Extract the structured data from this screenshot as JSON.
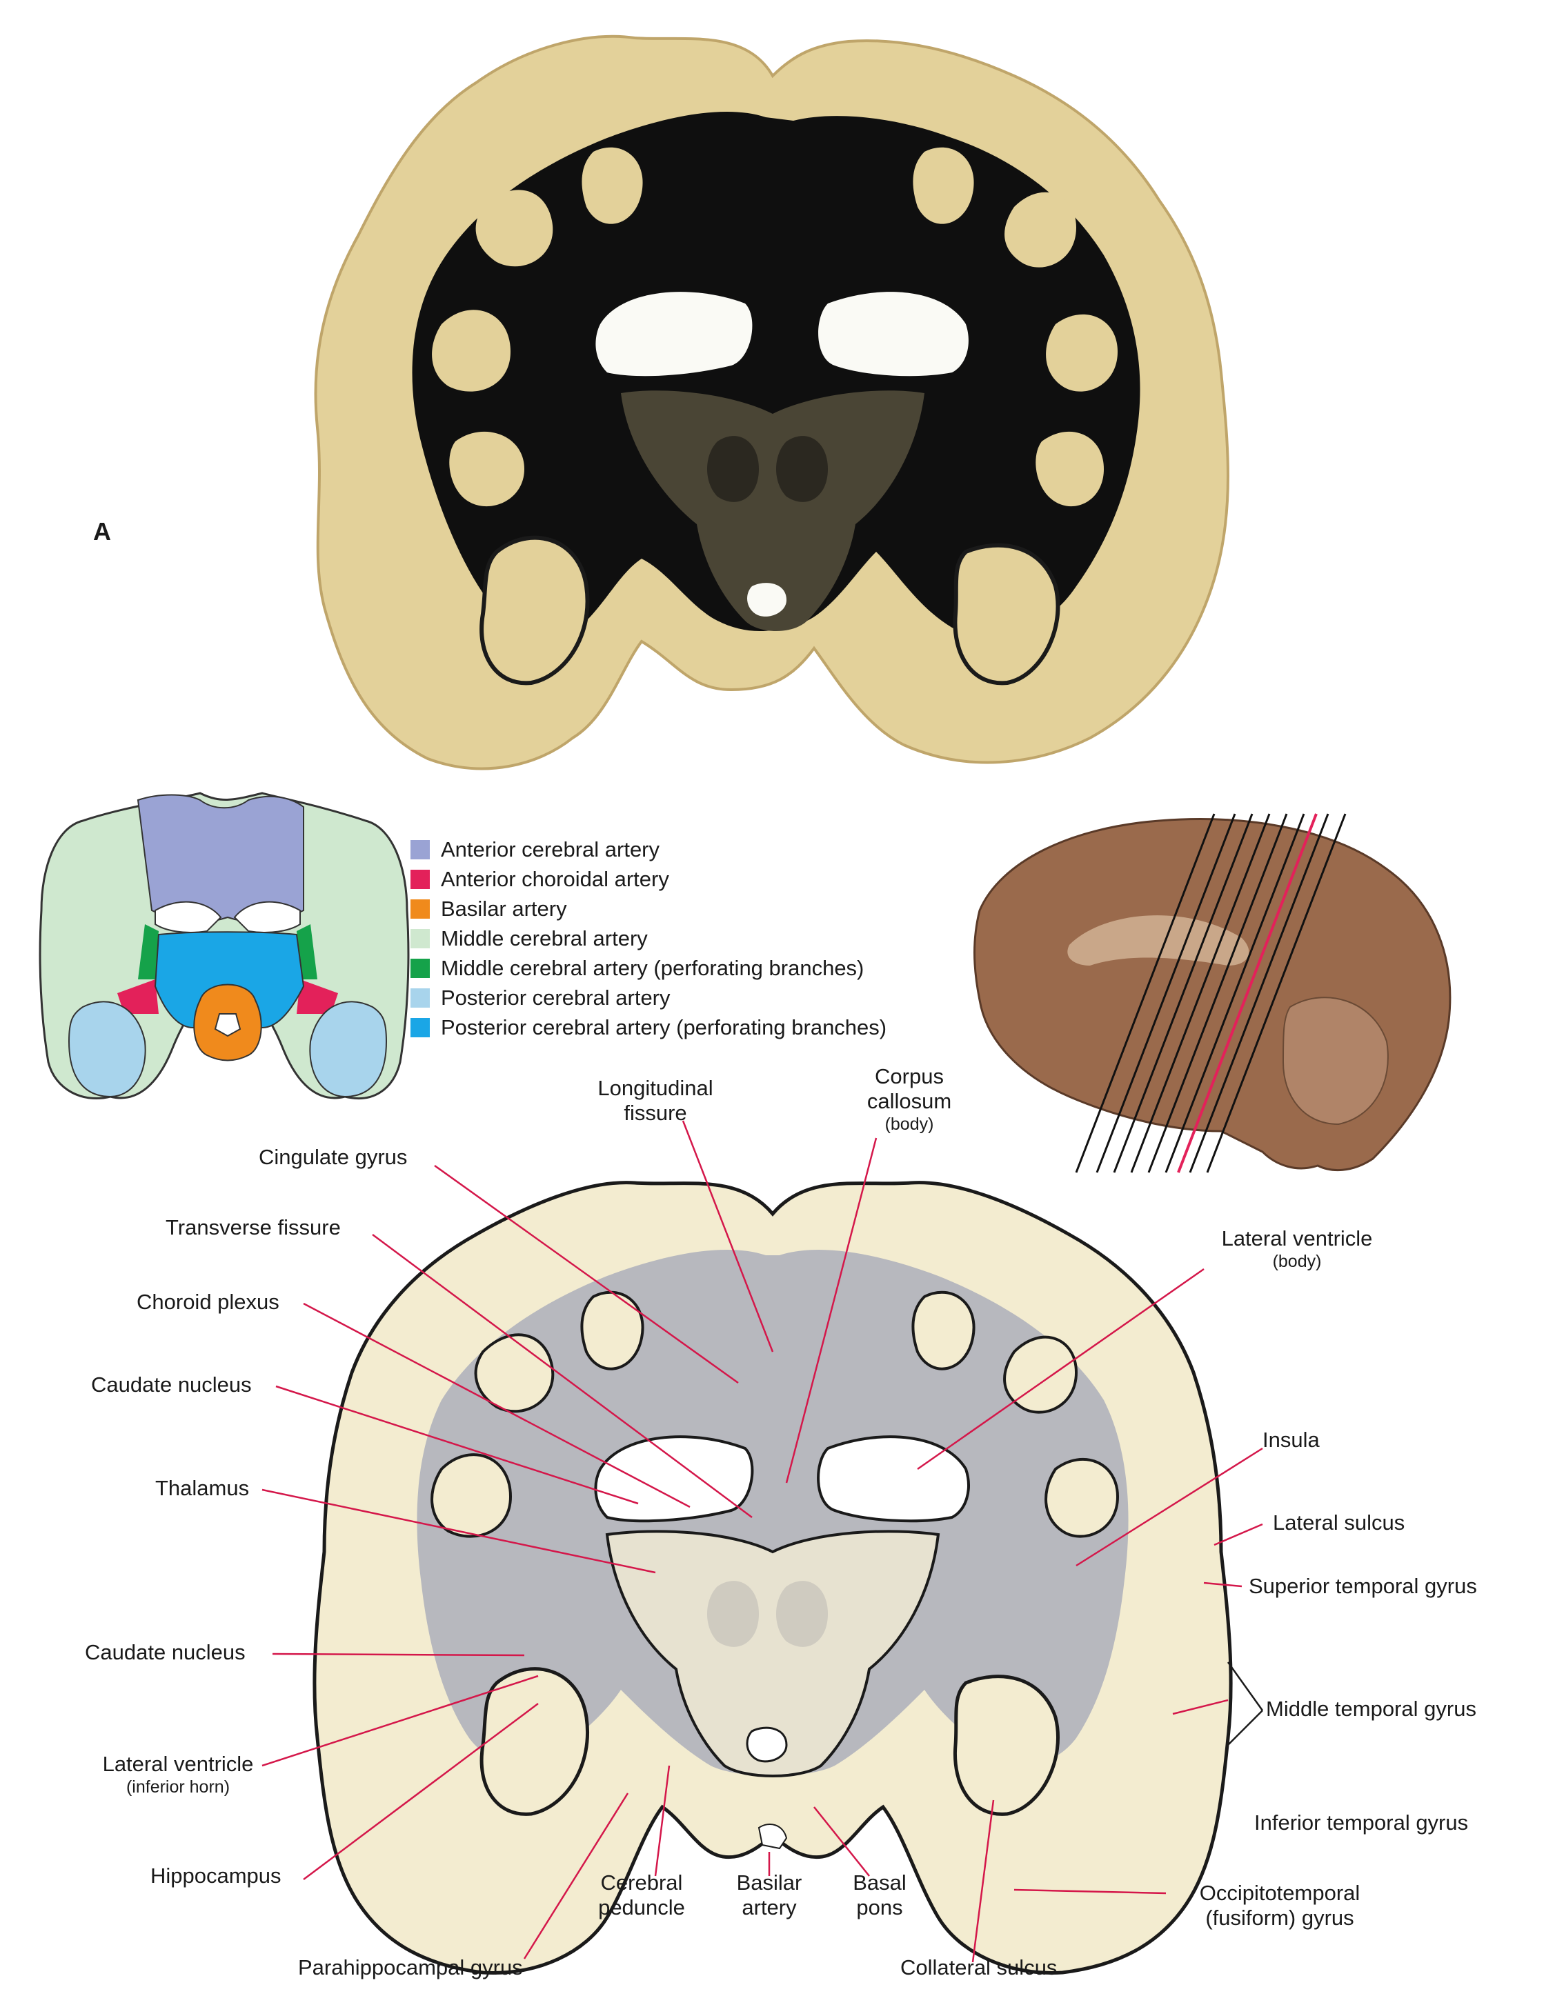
{
  "panel_letter": "A",
  "legend": {
    "items": [
      {
        "label": "Anterior cerebral artery",
        "color": "#9aa3d4"
      },
      {
        "label": "Anterior choroidal artery",
        "color": "#e3215a"
      },
      {
        "label": "Basilar artery",
        "color": "#f08a1c"
      },
      {
        "label": "Middle cerebral artery",
        "color": "#cfe8cf"
      },
      {
        "label": "Middle cerebral artery (perforating branches)",
        "color": "#15a24a"
      },
      {
        "label": "Posterior cerebral artery",
        "color": "#a8d4ec"
      },
      {
        "label": "Posterior cerebral artery (perforating branches)",
        "color": "#1aa6e6"
      }
    ]
  },
  "labels": {
    "longitudinal_fissure": "Longitudinal fissure",
    "corpus_callosum": "Corpus callosum",
    "corpus_callosum_sub": "(body)",
    "cingulate_gyrus": "Cingulate gyrus",
    "transverse_fissure": "Transverse fissure",
    "choroid_plexus": "Choroid plexus",
    "caudate_nucleus_upper": "Caudate nucleus",
    "thalamus": "Thalamus",
    "caudate_nucleus_lower": "Caudate nucleus",
    "lateral_ventricle_inferior": "Lateral ventricle",
    "lateral_ventricle_inferior_sub": "(inferior horn)",
    "hippocampus": "Hippocampus",
    "parahippocampal_gyrus": "Parahippocampal gyrus",
    "cerebral_peduncle": "Cerebral peduncle",
    "basilar_artery": "Basilar artery",
    "basal_pons": "Basal pons",
    "collateral_sulcus": "Collateral sulcus",
    "lateral_ventricle_body": "Lateral ventricle",
    "lateral_ventricle_body_sub": "(body)",
    "insula": "Insula",
    "lateral_sulcus": "Lateral sulcus",
    "superior_temporal_gyrus": "Superior temporal gyrus",
    "middle_temporal_gyrus": "Middle temporal gyrus",
    "inferior_temporal_gyrus": "Inferior temporal gyrus",
    "occipitotemporal_gyrus": "Occipitotemporal (fusiform) gyrus"
  },
  "colors": {
    "leader_line": "#d4174a",
    "stain_gray": "#e9dcae",
    "stain_white": "#0d0d0d",
    "schematic_gray": "#f3ecd0",
    "schematic_white": "#b7b8be"
  }
}
